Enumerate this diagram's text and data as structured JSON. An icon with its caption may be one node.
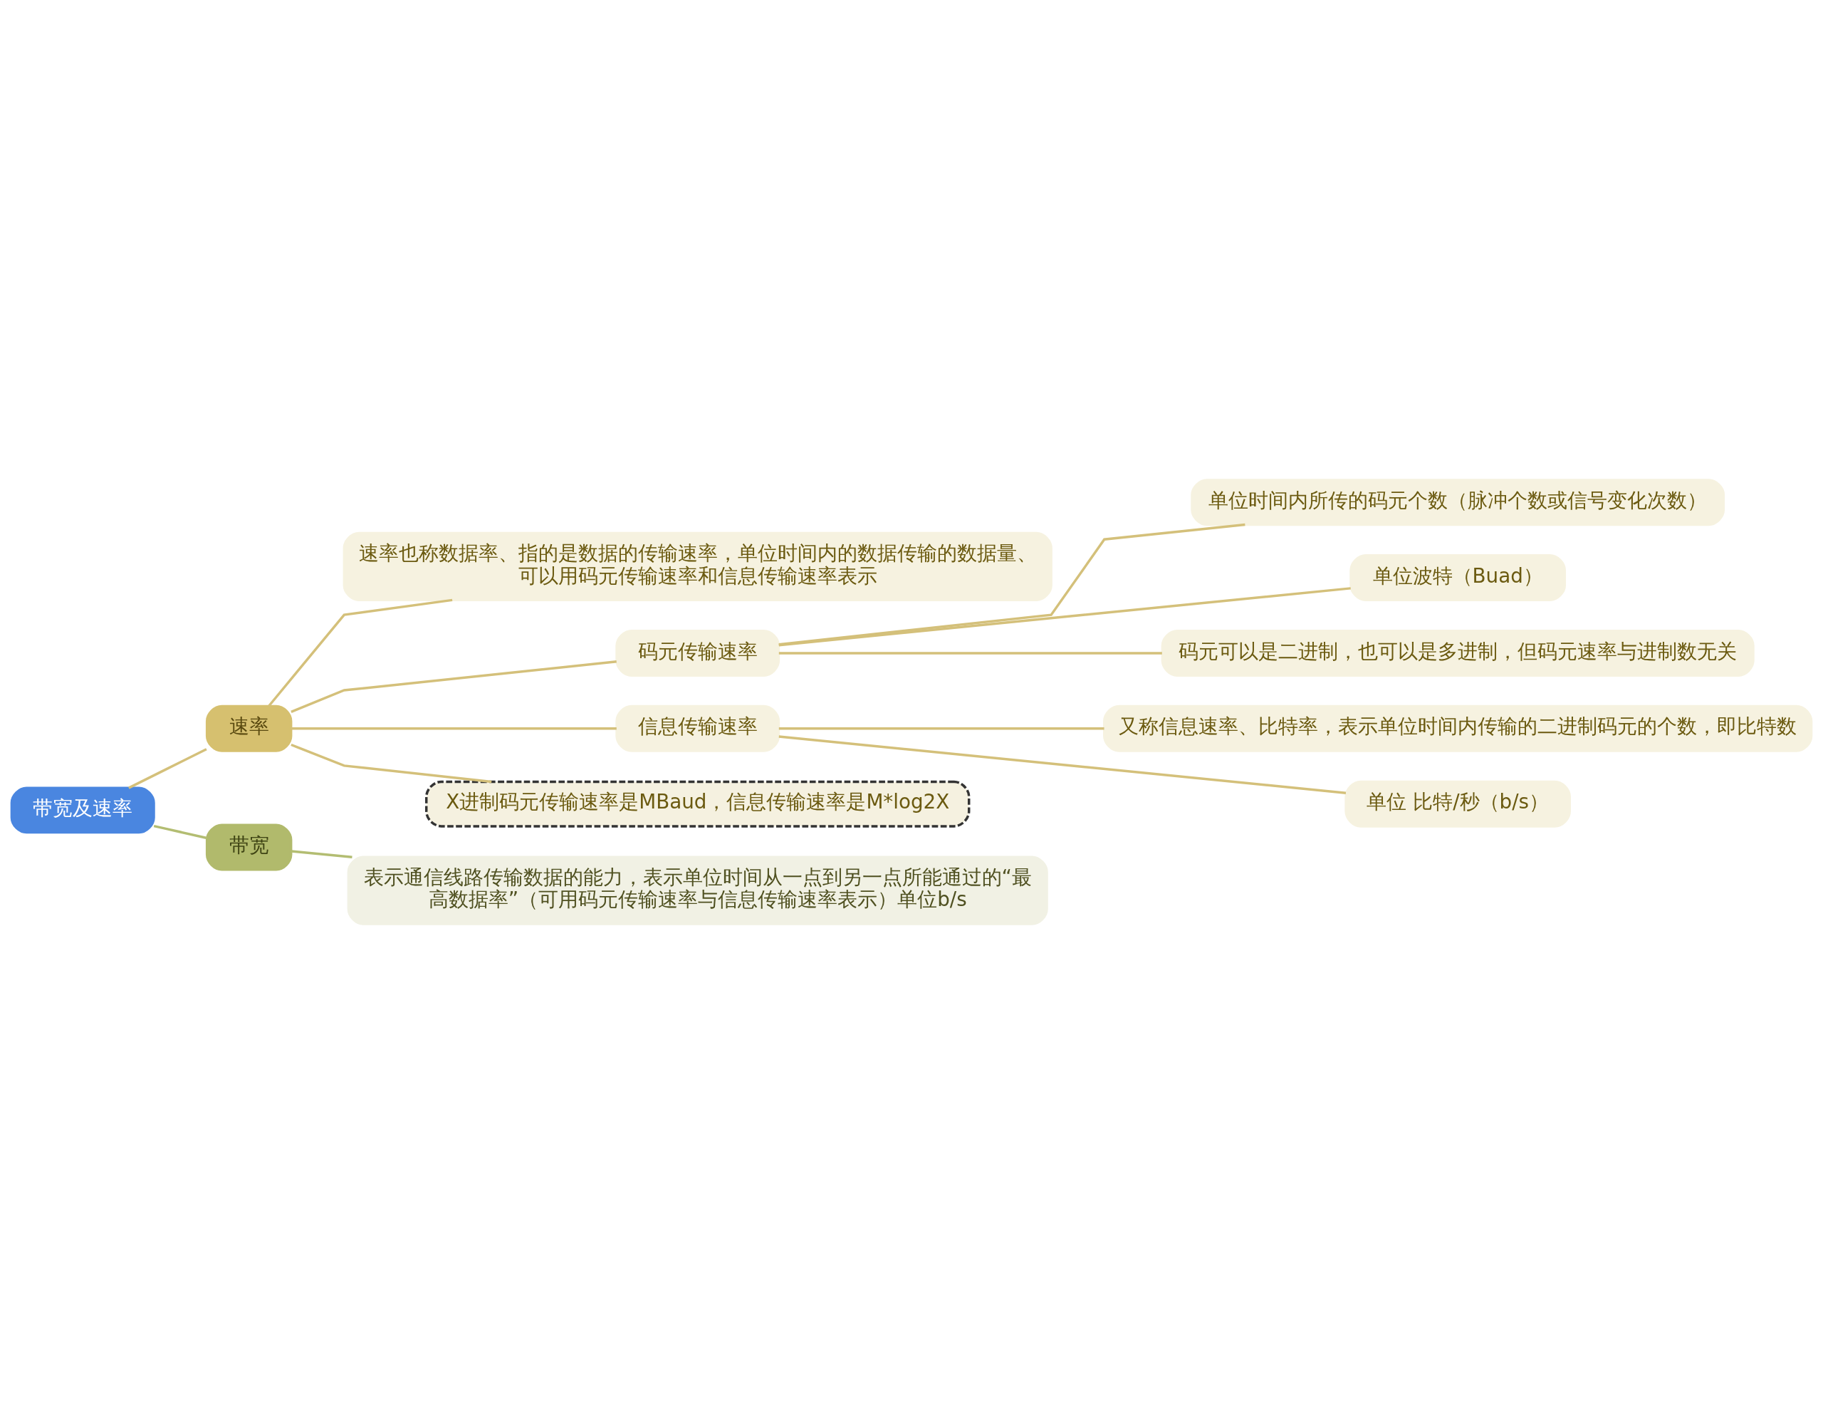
{
  "diagram": {
    "nodes": [
      {
        "text": [
          "带宽及速率"
        ]
      },
      {
        "text": [
          "速率"
        ]
      },
      {
        "text": [
          "速率也称数据率、指的是数据的传输速率，单位时间内的数据传输的数据量、可以用码元传输速率和信息传输速率表示"
        ]
      },
      {
        "text": [
          "码元传输速率"
        ]
      },
      {
        "text": [
          "单位时间内所传的码元个数（脉冲个数或信号变化次数）"
        ]
      },
      {
        "text": [
          "单位波特（Buad）"
        ]
      },
      {
        "text": [
          "码元可以是二进制，也可以是多进制，但码元速率与进制数无关"
        ]
      },
      {
        "text": [
          "信息传输速率"
        ]
      },
      {
        "text": [
          "又称信息速率、比特率，表示单位时间内传输的二进制码元的个数，即比特数"
        ]
      },
      {
        "text": [
          "单位 比特/秒（b/s）"
        ]
      },
      {
        "text": [
          "X进制码元传输速率是MBaud，信息传输速率是M*log2X"
        ]
      },
      {
        "text": [
          "带宽"
        ]
      },
      {
        "text": [
          "表示通信线路传输数据的能力，表示单位时间从一点到另一点所能通过的“最高数据率”（可用码元传输速率与信息传输速率表示）单位b/s"
        ]
      }
    ],
    "edges": [
      {
        "from": 0,
        "to": 1,
        "arrow": "none"
      },
      {
        "from": 1,
        "to": 2,
        "arrow": "none"
      },
      {
        "from": 1,
        "to": 3,
        "arrow": "none"
      },
      {
        "from": 3,
        "to": 4,
        "arrow": "none"
      },
      {
        "from": 3,
        "to": 5,
        "arrow": "none"
      },
      {
        "from": 3,
        "to": 6,
        "arrow": "none"
      },
      {
        "from": 1,
        "to": 7,
        "arrow": "none"
      },
      {
        "from": 7,
        "to": 8,
        "arrow": "none"
      },
      {
        "from": 7,
        "to": 9,
        "arrow": "none"
      },
      {
        "from": 1,
        "to": 10,
        "arrow": "none"
      },
      {
        "from": 0,
        "to": 11,
        "arrow": "none",
        "color": "#b3bd72"
      },
      {
        "from": 11,
        "to": 12,
        "arrow": "none",
        "color": "#b3bd72"
      }
    ]
  }
}
